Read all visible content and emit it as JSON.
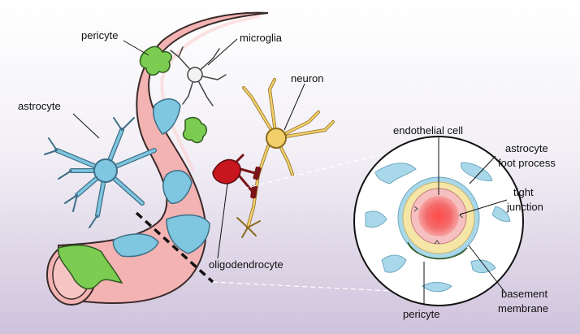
{
  "labels": {
    "pericyte_top": "pericyte",
    "microglia": "microglia",
    "neuron": "neuron",
    "astrocyte": "astrocyte",
    "oligodendrocyte": "oligodendrocyte",
    "endothelial_cell": "endothelial cell",
    "astrocyte_foot_process_1": "astrocyte",
    "astrocyte_foot_process_2": "foot process",
    "tight_junction_1": "tight",
    "tight_junction_2": "junction",
    "basement_membrane_1": "basement",
    "basement_membrane_2": "membrane",
    "pericyte_cross_section": "pericyte"
  },
  "colors": {
    "vessel": "#f4b3b3",
    "vessel_outline": "#3a2a2a",
    "astrocyte": "#7fc6e0",
    "astrocyte_dark": "#3d6f86",
    "pericyte": "#7ccc52",
    "microglia": "#f2f2f2",
    "neuron": "#f2cf6a",
    "oligodendrocyte": "#c8161e",
    "endothelial": "#f05a5a",
    "basement_membrane": "#f5e6a8"
  }
}
